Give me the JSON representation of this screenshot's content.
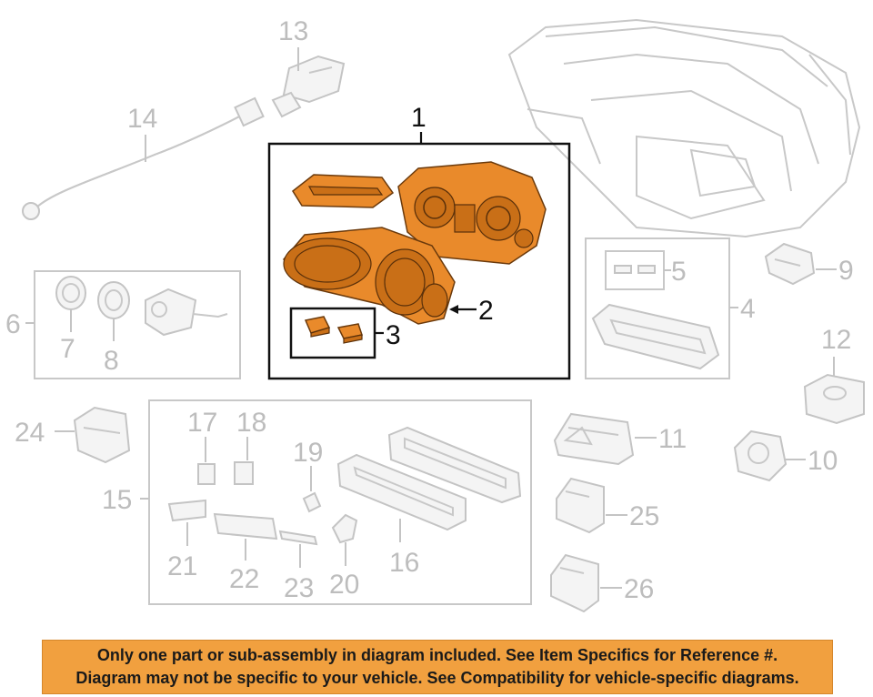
{
  "callouts": {
    "n1": "1",
    "n2": "2",
    "n3": "3",
    "n4": "4",
    "n5": "5",
    "n6": "6",
    "n7": "7",
    "n8": "8",
    "n9": "9",
    "n10": "10",
    "n11": "11",
    "n12": "12",
    "n13": "13",
    "n14": "14",
    "n15": "15",
    "n16": "16",
    "n17": "17",
    "n18": "18",
    "n19": "19",
    "n20": "20",
    "n21": "21",
    "n22": "22",
    "n23": "23",
    "n24": "24",
    "n25": "25",
    "n26": "26"
  },
  "highlight_color": "#e98a2b",
  "banner": {
    "line1": "Only one part or sub-assembly in diagram included. See Item Specifics for Reference #.",
    "line2": "Diagram may not be specific to your vehicle. See Compatibility for vehicle-specific diagrams."
  }
}
